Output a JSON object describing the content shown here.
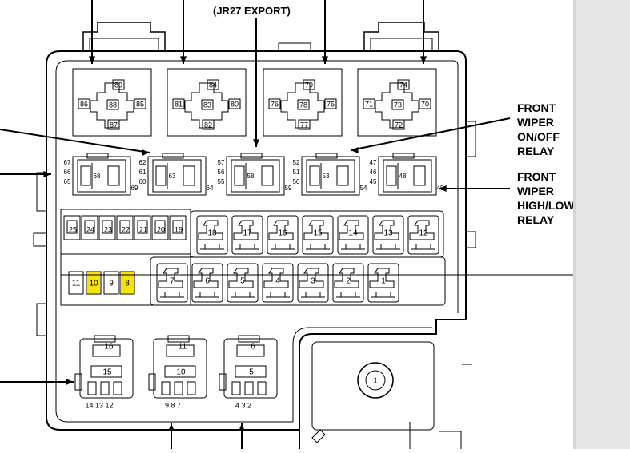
{
  "header_label": "(JR27 EXPORT)",
  "callouts": {
    "front_wiper_onoff": [
      "FRONT",
      "WIPER",
      "ON/OFF",
      "RELAY"
    ],
    "front_wiper_highlow": [
      "FRONT",
      "WIPER",
      "HIGH/LOW",
      "RELAY"
    ]
  },
  "large_relays": [
    {
      "top": "89",
      "left": "86",
      "center": "88",
      "right": "85",
      "bottom": "87"
    },
    {
      "top": "84",
      "left": "81",
      "center": "83",
      "right": "80",
      "bottom": "82"
    },
    {
      "top": "79",
      "left": "76",
      "center": "78",
      "right": "75",
      "bottom": "77"
    },
    {
      "top": "74",
      "left": "71",
      "center": "73",
      "right": "70",
      "bottom": "72"
    }
  ],
  "micro_relays": [
    {
      "pins": [
        "67",
        "66",
        "65"
      ],
      "center": "68",
      "corner": "69"
    },
    {
      "pins": [
        "62",
        "61",
        "60"
      ],
      "center": "63",
      "corner": "64"
    },
    {
      "pins": [
        "57",
        "56",
        "55"
      ],
      "center": "58",
      "corner": "59"
    },
    {
      "pins": [
        "52",
        "51",
        "50"
      ],
      "center": "53",
      "corner": "54"
    },
    {
      "pins": [
        "47",
        "46",
        "45"
      ],
      "center": "48",
      "corner": "49"
    }
  ],
  "minifuses_top": [
    "25",
    "24",
    "23",
    "22",
    "21",
    "20",
    "19"
  ],
  "minifuses_bottom": [
    {
      "label": "11",
      "highlight": false
    },
    {
      "label": "10",
      "highlight": true
    },
    {
      "label": "9",
      "highlight": false
    },
    {
      "label": "8",
      "highlight": true
    }
  ],
  "cartridge_row_top": [
    "18",
    "17",
    "16",
    "15",
    "14",
    "13",
    "12"
  ],
  "cartridge_row_bottom": [
    "7",
    "6",
    "5",
    "4",
    "3",
    "2",
    "1"
  ],
  "bottom_relays": [
    {
      "top": "16",
      "center": "15",
      "pins": "14 13 12"
    },
    {
      "top": "11",
      "center": "10",
      "pins": "9  8  7"
    },
    {
      "top": "6",
      "center": "5",
      "pins": "4  3  2"
    }
  ],
  "stud_label": "1",
  "colors": {
    "line": "#000000",
    "highlight": "#f5e300",
    "background": "#ffffff",
    "scroll_strip": "#e6e6e6"
  }
}
